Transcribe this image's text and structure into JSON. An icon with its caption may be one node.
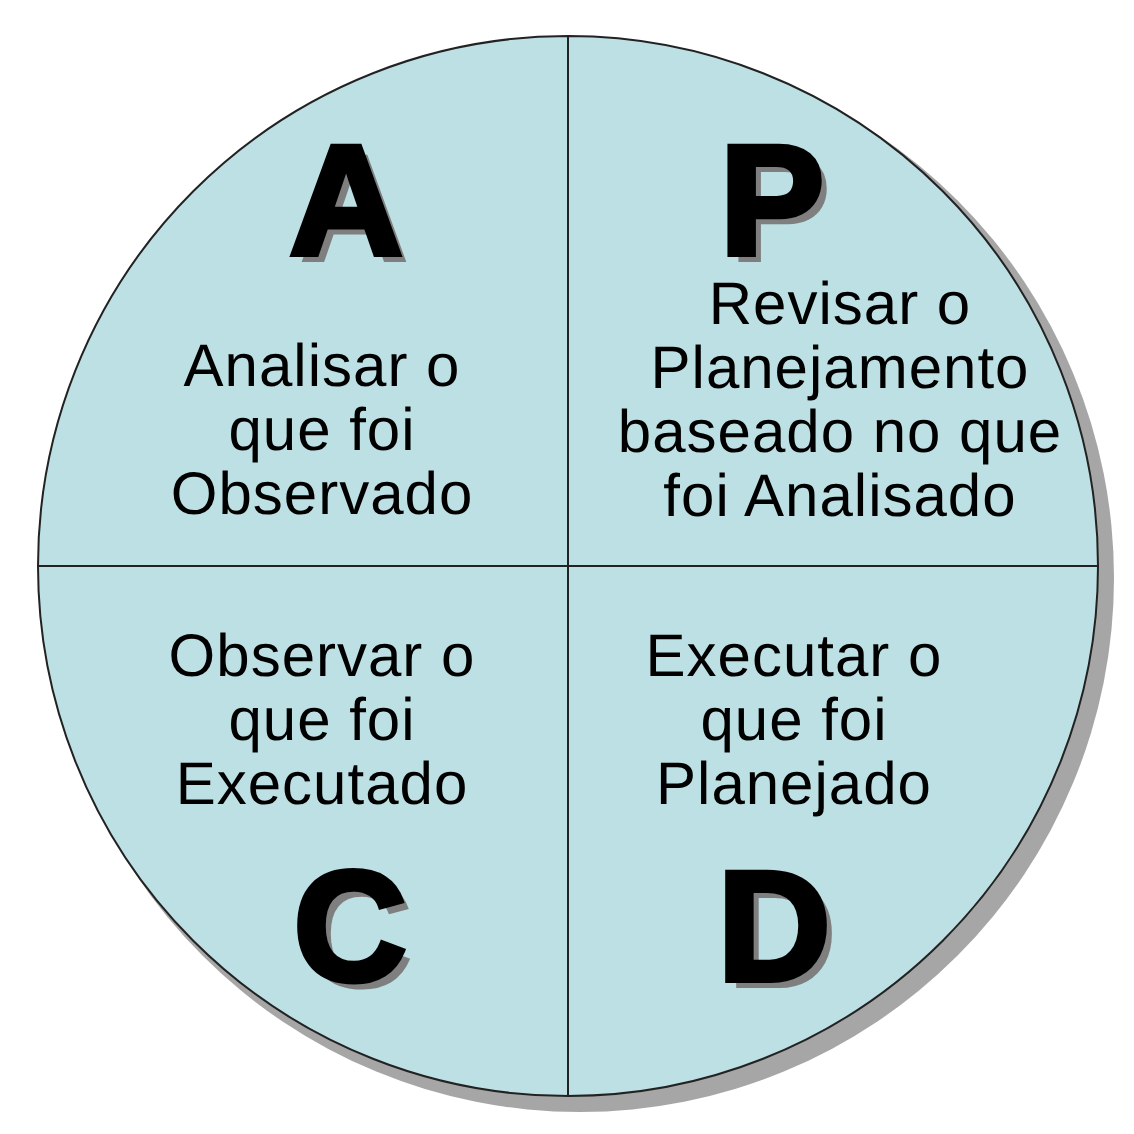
{
  "diagram": {
    "nodes": [
      {
        "text": [
          "A",
          "Analisar o que foi Observado"
        ]
      },
      {
        "text": [
          "P",
          "Revisar o Planejamento baseado no que foi Analisado"
        ]
      },
      {
        "text": [
          "Observar o que foi Executado",
          "C"
        ]
      },
      {
        "text": [
          "Executar o que foi Planejado",
          "D"
        ]
      }
    ]
  }
}
